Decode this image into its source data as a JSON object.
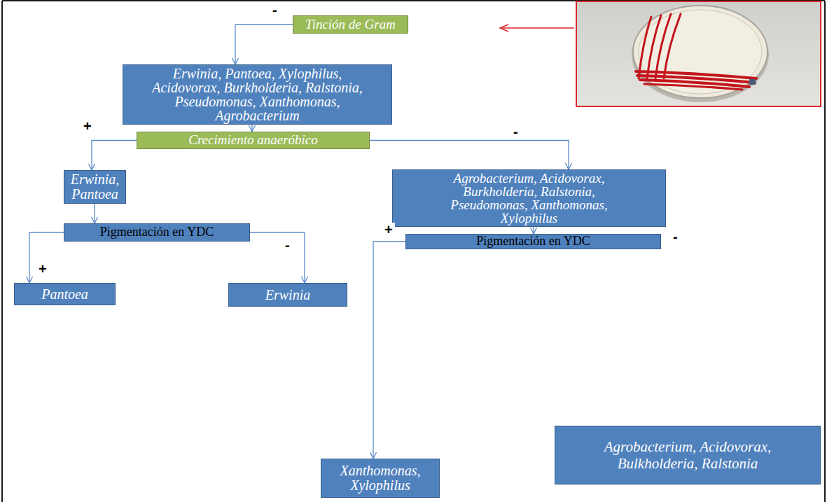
{
  "diagram": {
    "nodes": [
      {
        "text": [
          "Tinción de Gram"
        ]
      },
      {
        "text": [
          "Erwinia, Pantoea, Xylophilus, Acidovorax, Burkholderia, Ralstonia, Pseudomonas, Xanthomonas, Agrobacterium"
        ]
      },
      {
        "text": [
          "Crecimiento anaeróbico"
        ]
      },
      {
        "text": [
          "Erwinia, Pantoea"
        ]
      },
      {
        "text": [
          "Pigmentación en YDC"
        ]
      },
      {
        "text": [
          "Pantoea"
        ]
      },
      {
        "text": [
          "Erwinia"
        ]
      },
      {
        "text": [
          "Agrobacterium, Acidovorax, Burkholderia, Ralstonia, Pseudomonas, Xanthomonas, Xylophilus"
        ]
      },
      {
        "text": [
          "Pigmentación en YDC"
        ]
      },
      {
        "text": [
          "Xanthomonas, Xylophilus"
        ]
      },
      {
        "text": [
          "Agrobacterium, Acidovorax, Bulkholderia, Ralstonia"
        ]
      }
    ],
    "edges": [
      {
        "from": 0,
        "to": 1,
        "label": "-",
        "arrow": "to"
      },
      {
        "from": 1,
        "to": 2,
        "arrow": "to"
      },
      {
        "from": 2,
        "to": 3,
        "label": "+",
        "arrow": "to"
      },
      {
        "from": 2,
        "to": 7,
        "label": "-",
        "arrow": "to"
      },
      {
        "from": 3,
        "to": 4,
        "arrow": "to"
      },
      {
        "from": 4,
        "to": 5,
        "label": "+",
        "arrow": "to"
      },
      {
        "from": 4,
        "to": 6,
        "label": "-",
        "arrow": "to"
      },
      {
        "from": 7,
        "to": 8,
        "arrow": "to"
      },
      {
        "from": 8,
        "to": 9,
        "label": "+",
        "arrow": "to"
      }
    ],
    "labels": [
      "-"
    ]
  }
}
